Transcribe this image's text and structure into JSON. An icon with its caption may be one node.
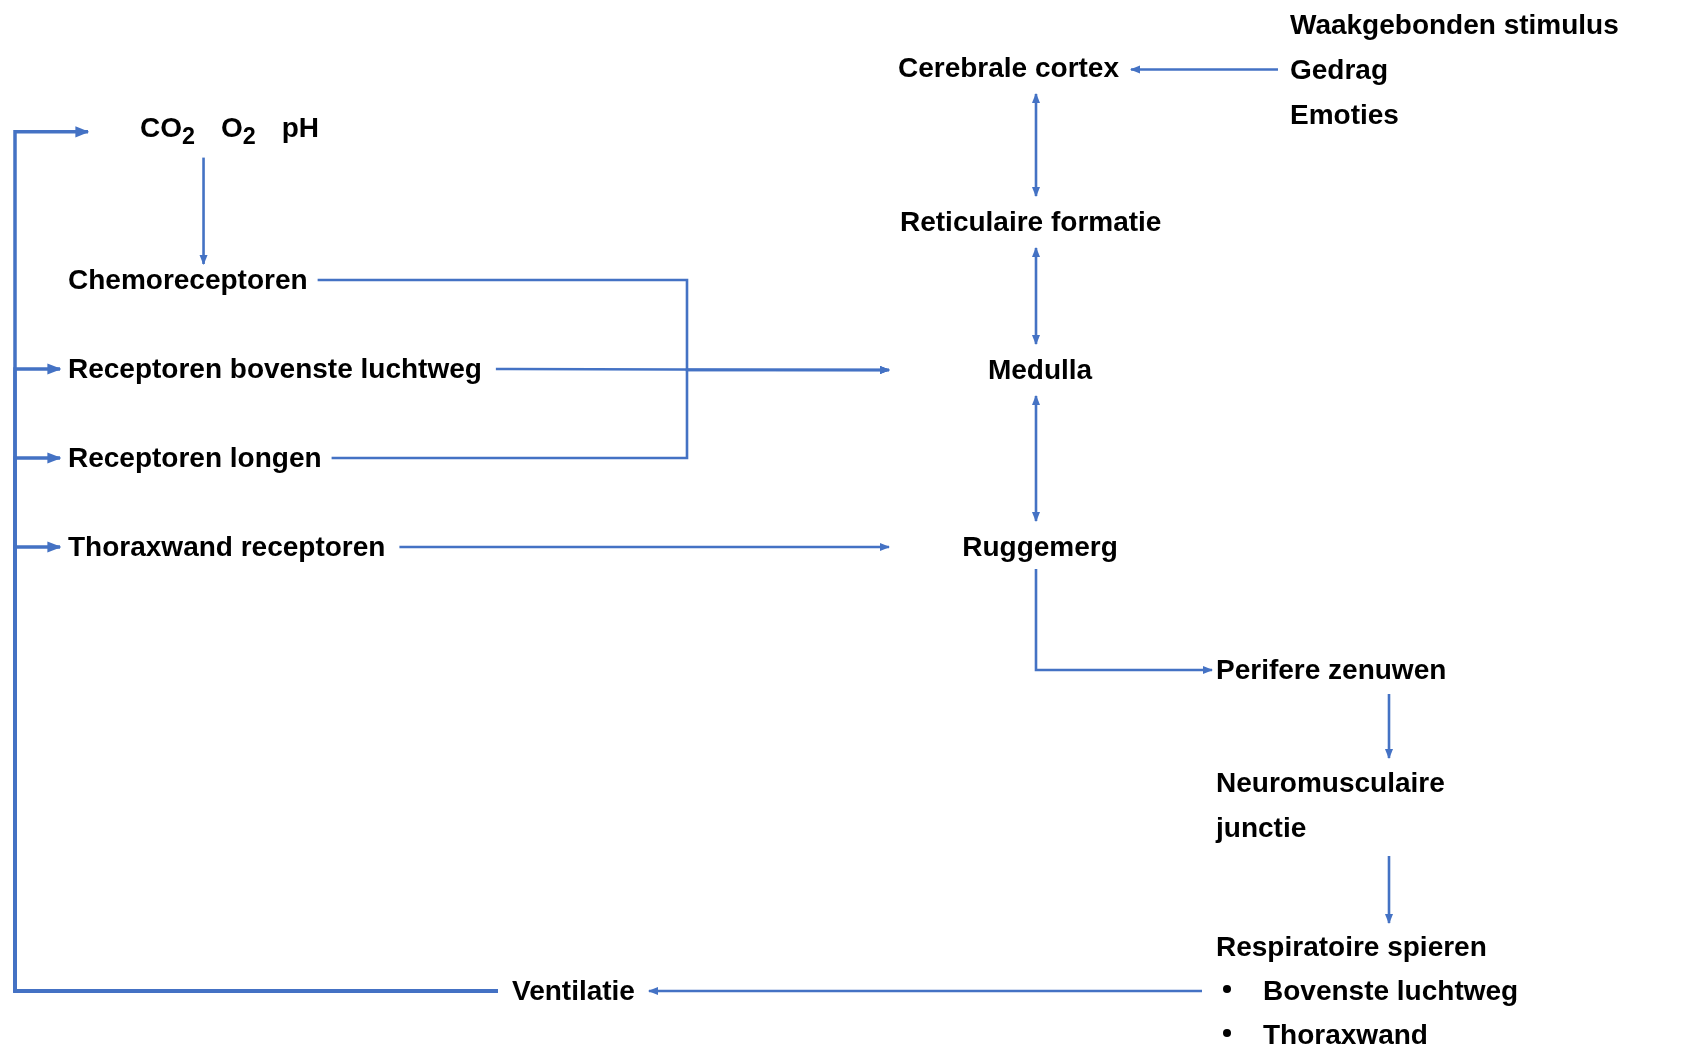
{
  "diagram": {
    "nodes": [
      {
        "text": [
          "Waakgebonden stimulus",
          "Gedrag",
          "Emoties"
        ]
      },
      {
        "text": [
          "Cerebrale cortex"
        ]
      },
      {
        "text": [
          "CO$_{2}$",
          "O$_{2}$",
          "pH"
        ]
      },
      {
        "text": [
          "Reticulaire formatie"
        ]
      },
      {
        "text": [
          "Chemoreceptoren"
        ]
      },
      {
        "text": [
          "Receptoren bovenste luchtweg"
        ]
      },
      {
        "text": [
          "Medulla"
        ]
      },
      {
        "text": [
          "Receptoren longen"
        ]
      },
      {
        "text": [
          "Thoraxwand receptoren"
        ]
      },
      {
        "text": [
          "Ruggemerg"
        ]
      },
      {
        "text": [
          "Perifere zenuwen"
        ]
      },
      {
        "text": [
          "Neuromusculaire junctie"
        ]
      },
      {
        "text": [
          "Respiratoire spieren",
          "Bovenste luchtweg",
          "Thoraxwand"
        ]
      },
      {
        "text": [
          "Ventilatie"
        ]
      }
    ],
    "edges": [
      {
        "from": 0,
        "to": 1,
        "arrow": "to"
      },
      {
        "from": 1,
        "to": 3,
        "arrow": "both"
      },
      {
        "from": 3,
        "to": 6,
        "arrow": "both"
      },
      {
        "from": 6,
        "to": 9,
        "arrow": "both"
      },
      {
        "from": 2,
        "to": 4,
        "arrow": "to"
      },
      {
        "from": 4,
        "to": 6,
        "arrow": "to"
      },
      {
        "from": 5,
        "to": 6,
        "arrow": "to"
      },
      {
        "from": 7,
        "to": 6,
        "arrow": "to"
      },
      {
        "from": 8,
        "to": 9,
        "arrow": "to"
      },
      {
        "from": 9,
        "to": 10,
        "arrow": "to"
      },
      {
        "from": 10,
        "to": 11,
        "arrow": "to"
      },
      {
        "from": 11,
        "to": 12,
        "arrow": "to"
      },
      {
        "from": 12,
        "to": 13,
        "arrow": "to"
      },
      {
        "from": 13,
        "to": 2,
        "arrow": "to"
      },
      {
        "from": 13,
        "to": 5,
        "arrow": "to"
      },
      {
        "from": 13,
        "to": 7,
        "arrow": "to"
      },
      {
        "from": 13,
        "to": 8,
        "arrow": "to"
      }
    ]
  }
}
